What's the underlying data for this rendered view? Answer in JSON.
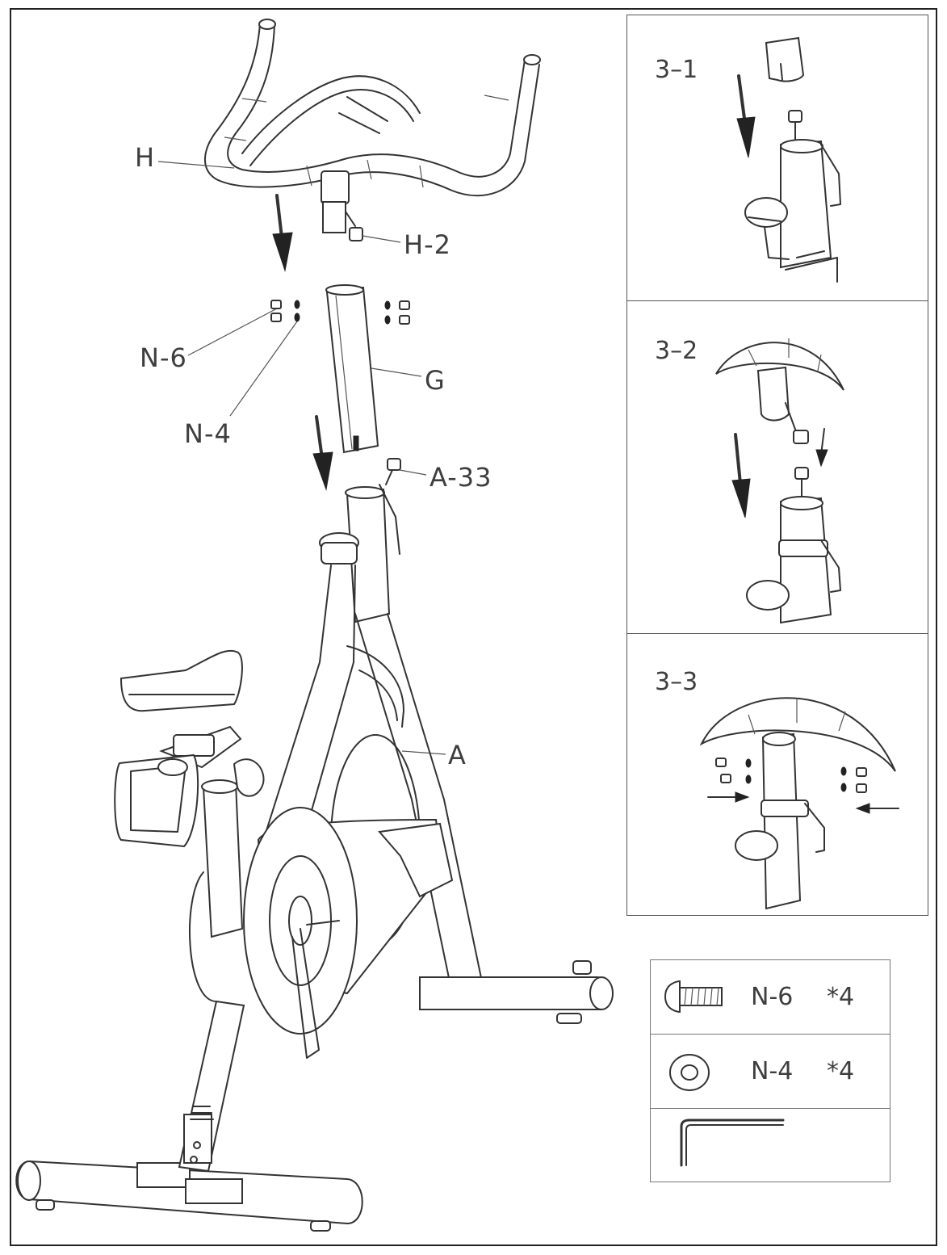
{
  "labels": {
    "H": "H",
    "H2": "H-2",
    "N6": "N-6",
    "N4": "N-4",
    "G": "G",
    "A33": "A-33",
    "A": "A"
  },
  "steps": [
    {
      "id": "3-1",
      "label": "3–1"
    },
    {
      "id": "3-2",
      "label": "3–2"
    },
    {
      "id": "3-3",
      "label": "3–3"
    }
  ],
  "parts": [
    {
      "code": "N-6",
      "qty": "*4",
      "icon": "bolt-icon"
    },
    {
      "code": "N-4",
      "qty": "*4",
      "icon": "washer-icon"
    },
    {
      "code": "",
      "qty": "",
      "icon": "allen-key-icon"
    }
  ],
  "colors": {
    "line": "#333333",
    "text": "#3e3e3e",
    "background": "#ffffff"
  }
}
